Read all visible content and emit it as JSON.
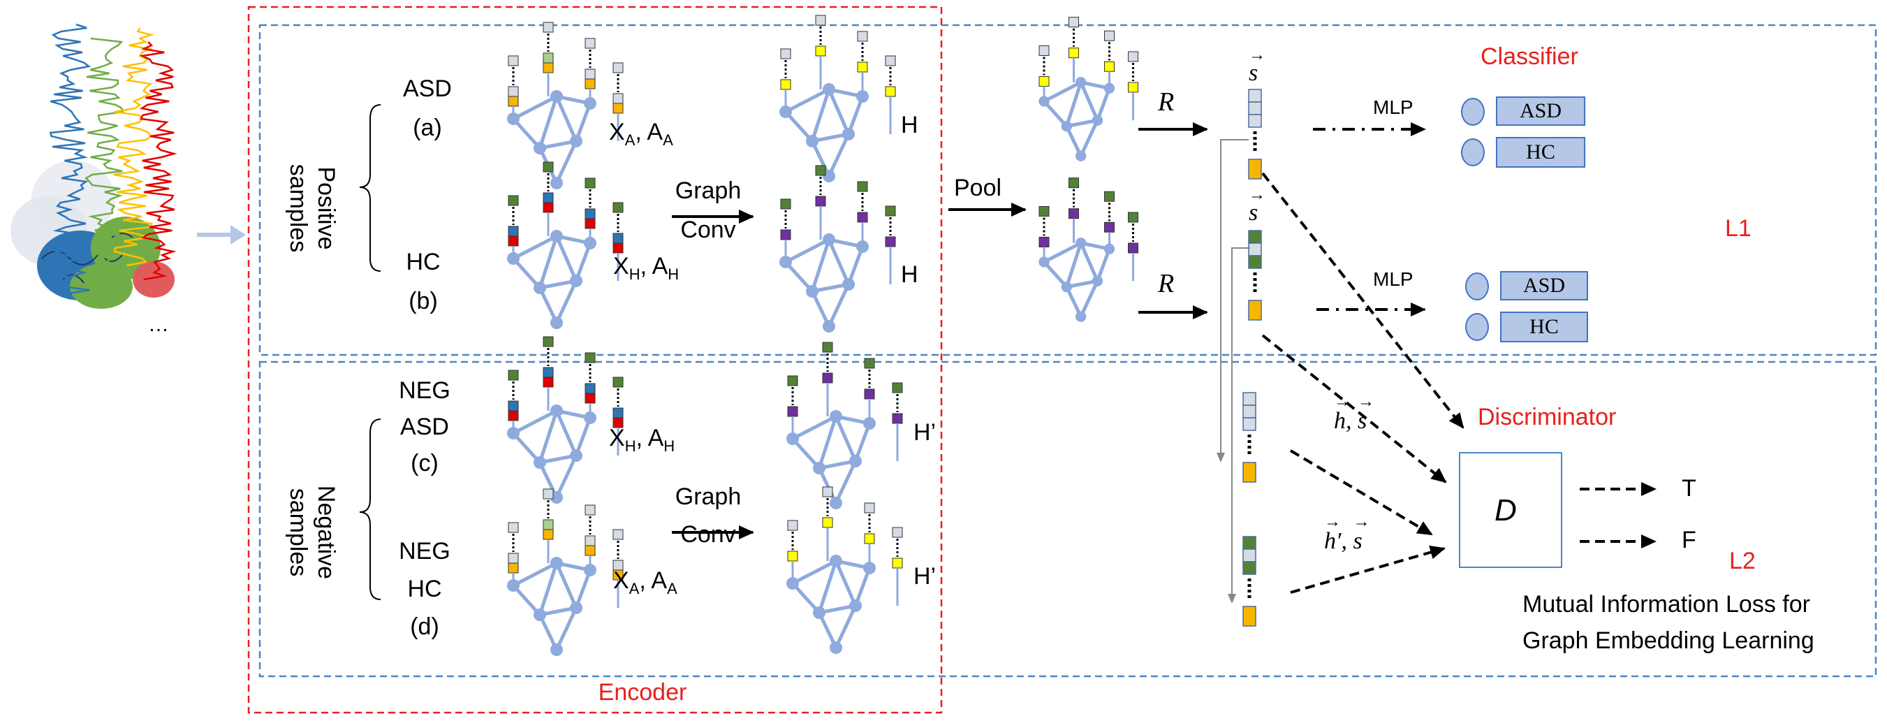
{
  "colors": {
    "encoder_border": "#e8201c",
    "panel_border": "#4a86c5",
    "node": "#8faadc",
    "edge": "#8faadc",
    "feature_green": "#548235",
    "feature_blue": "#2e75b6",
    "feature_red": "#e00000",
    "feature_yellow": "#ffff00",
    "feature_gray": "#d6dce5",
    "feature_purple": "#7030a0",
    "feature_orange": "#f7b500",
    "class_box": "#b4c7e7"
  },
  "encoder": {
    "label": "Encoder"
  },
  "positive": {
    "group_label": "Positive\nsamples",
    "asd": {
      "title": "ASD",
      "sub": "(a)",
      "matrix": "X",
      "matrix_sub": "A",
      "adj": "A",
      "adj_sub": "A"
    },
    "hc": {
      "title": "HC",
      "sub": "(b)",
      "matrix": "X",
      "matrix_sub": "H",
      "adj": "A",
      "adj_sub": "H"
    },
    "graph_conv": {
      "line1": "Graph",
      "line2": "Conv"
    },
    "out_a": "H",
    "out_b": "H",
    "pool": "Pool"
  },
  "negative": {
    "group_label": "Negative\nsamples",
    "asd": {
      "t1": "NEG",
      "t2": "ASD",
      "sub": "(c)",
      "matrix": "X",
      "matrix_sub": "H",
      "adj": "A",
      "adj_sub": "H"
    },
    "hc": {
      "t1": "NEG",
      "t2": "HC",
      "sub": "(d)",
      "matrix": "X",
      "matrix_sub": "A",
      "adj": "A",
      "adj_sub": "A"
    },
    "graph_conv": {
      "line1": "Graph",
      "line2": "Conv"
    },
    "out_c": "H’",
    "out_d": "H’"
  },
  "readout": {
    "r1": "R",
    "r2": "R",
    "s1": "s",
    "s2": "s"
  },
  "classifier": {
    "title": "Classifier",
    "mlp1": "MLP",
    "mlp2": "MLP",
    "classes": [
      "ASD",
      "HC",
      "ASD",
      "HC"
    ],
    "loss": "L1"
  },
  "discriminator": {
    "title": "Discriminator",
    "pair_pos_h": "h",
    "pair_pos_s": "s",
    "pair_neg_h": "h′",
    "pair_neg_s": "s",
    "box": "D",
    "out_true": "T",
    "out_false": "F",
    "loss": "L2",
    "caption1": "Mutual Information Loss for",
    "caption2": "Graph Embedding Learning"
  },
  "brain": {
    "ellipsis": "…"
  }
}
